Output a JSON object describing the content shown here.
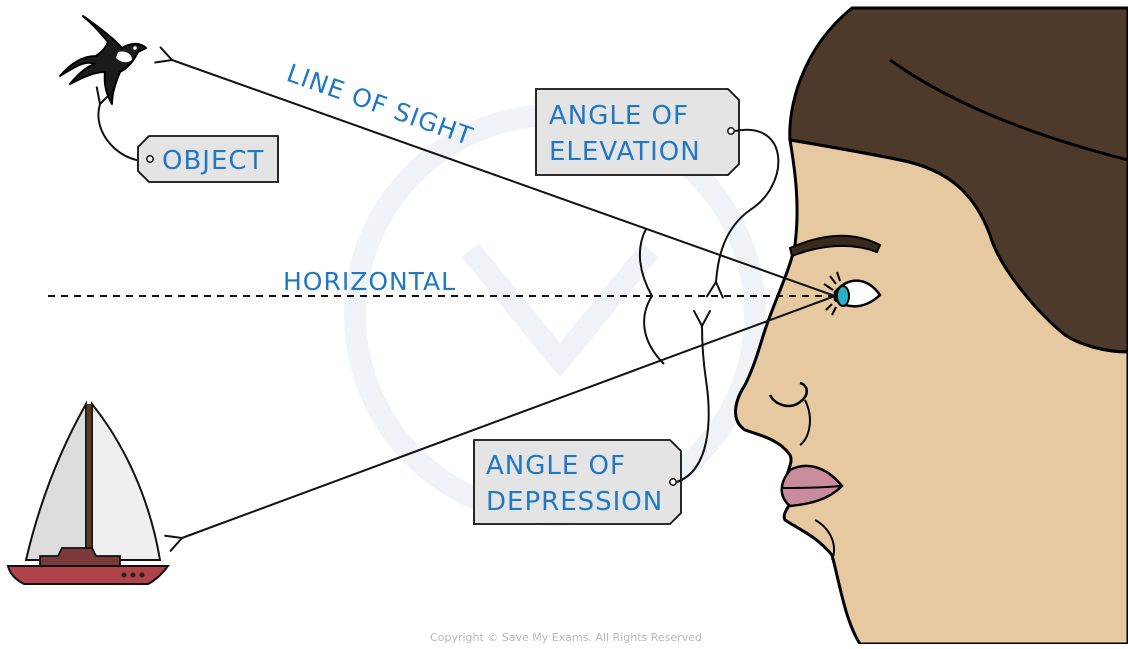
{
  "labels": {
    "line_of_sight": "LINE OF SIGHT",
    "horizontal": "HORIZONTAL",
    "object": "OBJECT",
    "angle_of_elevation": [
      "ANGLE OF",
      "ELEVATION"
    ],
    "angle_of_depression": [
      "ANGLE OF",
      "DEPRESSION"
    ]
  },
  "copyright": "Copyright © Save My Exams. All Rights Reserved",
  "colors": {
    "label_blue": "#1f78c1",
    "tag_fill": "#e4e4e4",
    "hair": "#4e3a2a",
    "skin": "#e6c9a0",
    "lips": "#c98c9c",
    "iris": "#27b3c6",
    "hull": "#b0434a"
  }
}
